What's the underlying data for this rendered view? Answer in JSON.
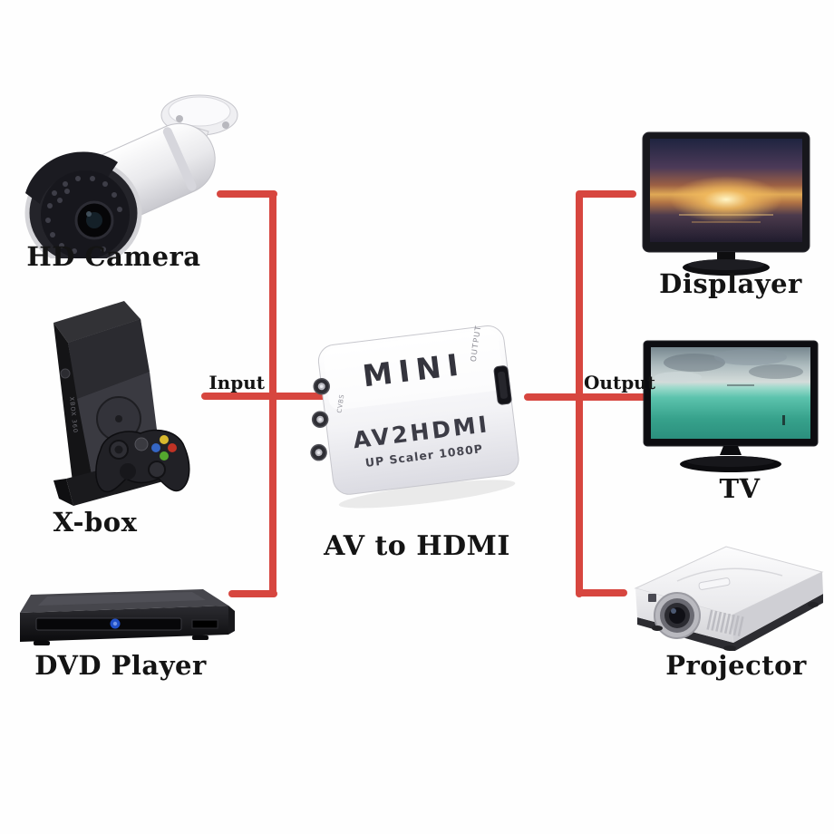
{
  "diagram": {
    "center_label": "AV to HDMI",
    "input_label": "Input",
    "output_label": "Output",
    "converter": {
      "logo": "MINI",
      "model": "AV2HDMI",
      "scaler": "UP Scaler 1080P",
      "output_port_label": "OUTPUT",
      "input_port_label": "CVBS"
    },
    "inputs": [
      {
        "label": "HD Camera"
      },
      {
        "label": "X-box",
        "spine_text": "XBOX 360"
      },
      {
        "label": "DVD Player"
      }
    ],
    "outputs": [
      {
        "label": "Displayer"
      },
      {
        "label": "TV"
      },
      {
        "label": "Projector"
      }
    ],
    "colors": {
      "connector_red": "#d7463f",
      "label_black": "#141414",
      "converter_body": "#f4f4f7"
    }
  }
}
